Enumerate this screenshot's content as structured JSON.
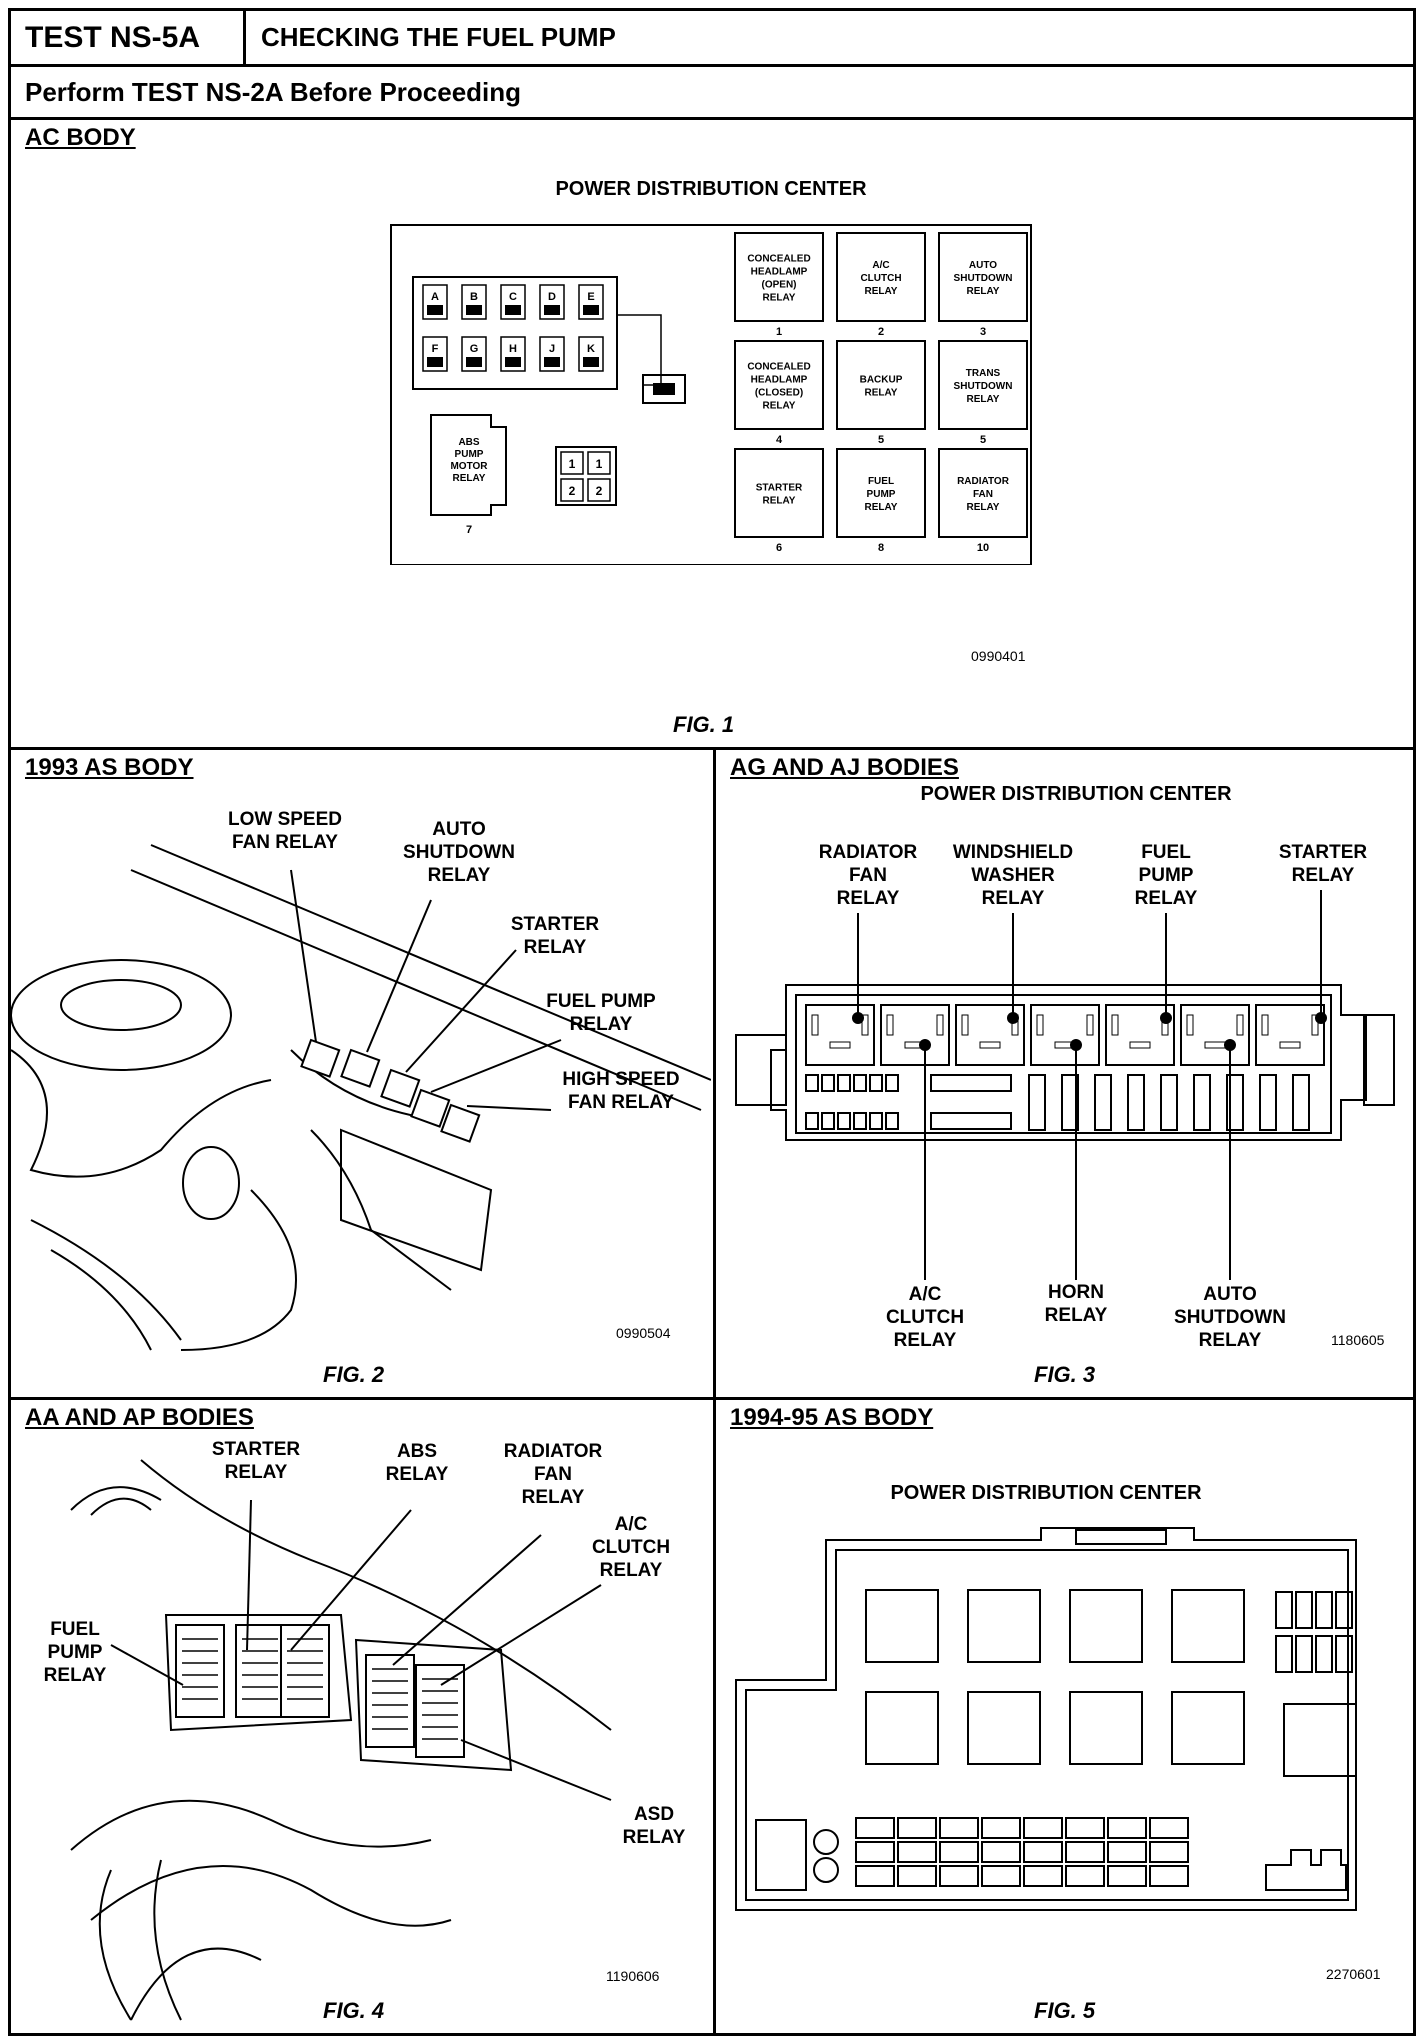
{
  "header": {
    "test_id": "TEST NS-5A",
    "title": "CHECKING THE FUEL PUMP",
    "prerequisite": "Perform TEST NS-2A Before Proceeding"
  },
  "fig1": {
    "section": "AC BODY",
    "diagram_title": "POWER DISTRIBUTION CENTER",
    "fuse_letters": [
      "A",
      "B",
      "C",
      "D",
      "E",
      "F",
      "G",
      "H",
      "J",
      "K"
    ],
    "abs_relay": [
      "ABS",
      "PUMP",
      "MOTOR",
      "RELAY"
    ],
    "abs_num": "7",
    "small_block": [
      "1",
      "1",
      "2",
      "2"
    ],
    "relays": [
      {
        "lines": [
          "CONCEALED",
          "HEADLAMP",
          "(OPEN)",
          "RELAY"
        ],
        "num": "1"
      },
      {
        "lines": [
          "A/C",
          "CLUTCH",
          "RELAY"
        ],
        "num": "2"
      },
      {
        "lines": [
          "AUTO",
          "SHUTDOWN",
          "RELAY"
        ],
        "num": "3"
      },
      {
        "lines": [
          "CONCEALED",
          "HEADLAMP",
          "(CLOSED)",
          "RELAY"
        ],
        "num": "4"
      },
      {
        "lines": [
          "BACKUP",
          "RELAY"
        ],
        "num": "5"
      },
      {
        "lines": [
          "TRANS",
          "SHUTDOWN",
          "RELAY"
        ],
        "num": "5"
      },
      {
        "lines": [
          "STARTER",
          "RELAY"
        ],
        "num": "6"
      },
      {
        "lines": [
          "FUEL",
          "PUMP",
          "RELAY"
        ],
        "num": "8"
      },
      {
        "lines": [
          "RADIATOR",
          "FAN",
          "RELAY"
        ],
        "num": "10"
      }
    ],
    "code": "0990401",
    "label": "FIG. 1"
  },
  "fig2": {
    "section": "1993 AS BODY",
    "callouts": [
      {
        "lines": [
          "LOW SPEED",
          "FAN RELAY"
        ]
      },
      {
        "lines": [
          "AUTO",
          "SHUTDOWN",
          "RELAY"
        ]
      },
      {
        "lines": [
          "STARTER",
          "RELAY"
        ]
      },
      {
        "lines": [
          "FUEL PUMP",
          "RELAY"
        ]
      },
      {
        "lines": [
          "HIGH SPEED",
          "FAN RELAY"
        ]
      }
    ],
    "code": "0990504",
    "label": "FIG. 2"
  },
  "fig3": {
    "section": "AG AND AJ BODIES",
    "diagram_title": "POWER DISTRIBUTION CENTER",
    "top_callouts": [
      {
        "lines": [
          "RADIATOR",
          "FAN",
          "RELAY"
        ]
      },
      {
        "lines": [
          "WINDSHIELD",
          "WASHER",
          "RELAY"
        ]
      },
      {
        "lines": [
          "FUEL",
          "PUMP",
          "RELAY"
        ]
      },
      {
        "lines": [
          "STARTER",
          "RELAY"
        ]
      }
    ],
    "bottom_callouts": [
      {
        "lines": [
          "A/C",
          "CLUTCH",
          "RELAY"
        ]
      },
      {
        "lines": [
          "HORN",
          "RELAY"
        ]
      },
      {
        "lines": [
          "AUTO",
          "SHUTDOWN",
          "RELAY"
        ]
      }
    ],
    "code": "1180605",
    "label": "FIG. 3"
  },
  "fig4": {
    "section": "AA AND AP BODIES",
    "callouts": [
      {
        "lines": [
          "STARTER",
          "RELAY"
        ]
      },
      {
        "lines": [
          "ABS",
          "RELAY"
        ]
      },
      {
        "lines": [
          "RADIATOR",
          "FAN",
          "RELAY"
        ]
      },
      {
        "lines": [
          "A/C",
          "CLUTCH",
          "RELAY"
        ]
      },
      {
        "lines": [
          "FUEL",
          "PUMP",
          "RELAY"
        ]
      },
      {
        "lines": [
          "ASD",
          "RELAY"
        ]
      }
    ],
    "code": "1190606",
    "label": "FIG. 4"
  },
  "fig5": {
    "section": "1994-95 AS BODY",
    "diagram_title": "POWER DISTRIBUTION CENTER",
    "code": "2270601",
    "label": "FIG. 5"
  }
}
